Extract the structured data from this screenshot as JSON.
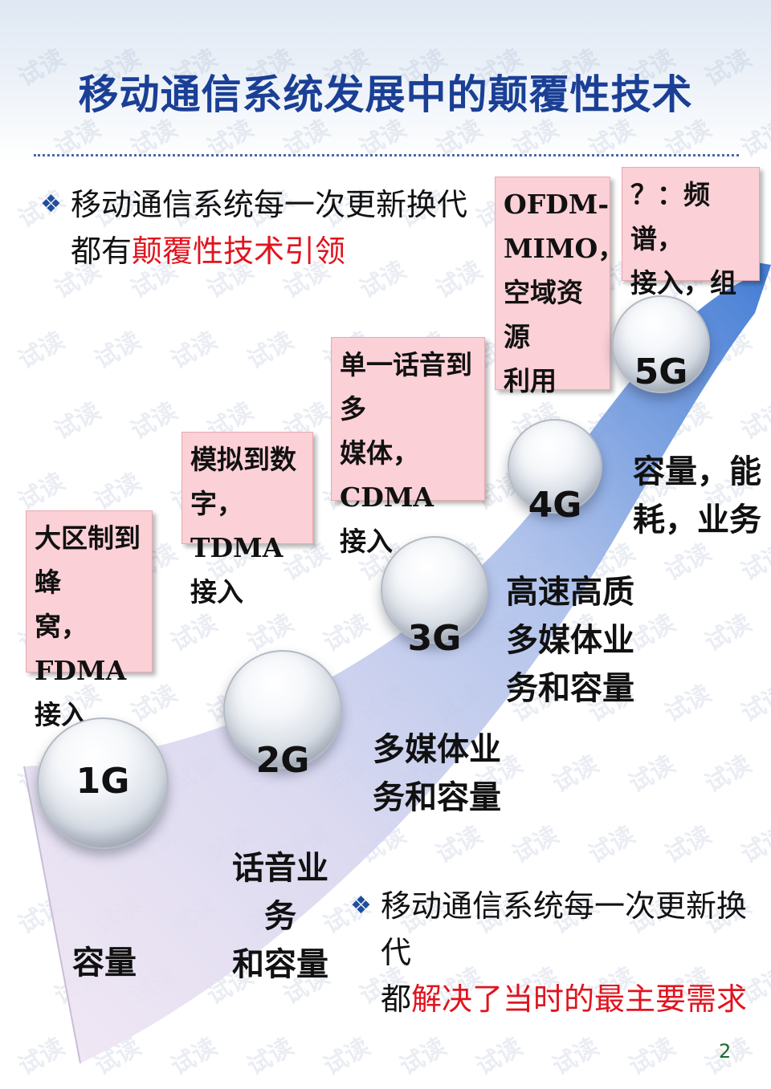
{
  "title": "移动通信系统发展中的颠覆性技术",
  "bullet_top": {
    "line1": "移动通信系统每一次更新换代",
    "line2_prefix": "都有",
    "line2_highlight": "颠覆性技术引领"
  },
  "bullet_bottom": {
    "line1": "移动通信系统每一次更新换代",
    "line2_prefix": "都",
    "line2_highlight": "解决了当时的最主要需求"
  },
  "technology_boxes": [
    {
      "lines": [
        "大区制到蜂",
        "窝，FDMA",
        "接入"
      ]
    },
    {
      "lines": [
        "模拟到数字，",
        "TDMA接入"
      ]
    },
    {
      "lines": [
        "单一话音到多",
        "媒体，CDMA",
        "接入"
      ]
    },
    {
      "lines": [
        "OFDM-",
        "MIMO，",
        "空域资源",
        "利用"
      ]
    },
    {
      "lines": [
        "？：频谱，",
        "接入，组网"
      ]
    }
  ],
  "generations": [
    {
      "label": "1G",
      "caption": [
        "容量"
      ]
    },
    {
      "label": "2G",
      "caption": [
        "话音业务",
        "和容量"
      ]
    },
    {
      "label": "3G",
      "caption": [
        "多媒体业",
        "务和容量"
      ]
    },
    {
      "label": "4G",
      "caption": [
        "高速高质",
        "多媒体业",
        "务和容量"
      ]
    },
    {
      "label": "5G",
      "caption": [
        "容量，能",
        "耗，业务"
      ]
    }
  ],
  "watermark": "试读",
  "page_number": "2",
  "colors": {
    "title": "#1a3f95",
    "highlight": "#e0141e",
    "box_fill": "#fbd0d6",
    "arrow_blue": "#2e6ed0"
  },
  "icons": {
    "bullet": "diamond-bullet-icon"
  }
}
